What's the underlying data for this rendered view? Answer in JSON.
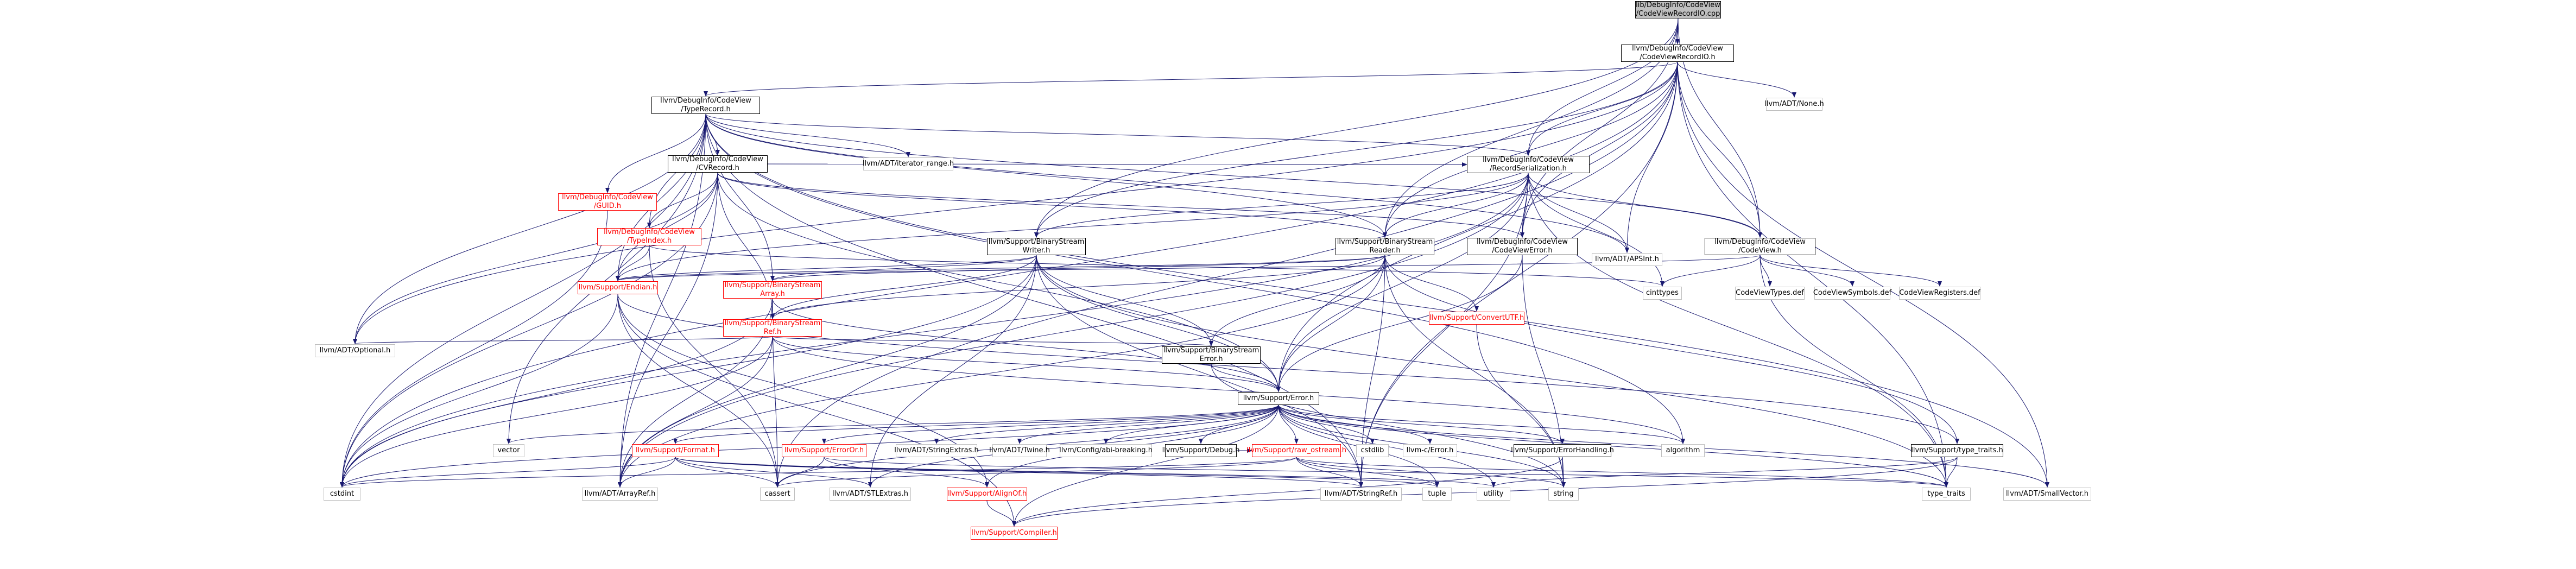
{
  "graph": {
    "type": "include-dependency-graph",
    "colors": {
      "edge": "#191970",
      "linked_border": "#000000",
      "root_fill": "#bfbfbf",
      "missing_border": "#ff0000",
      "plain_border": "#bfbfbf"
    },
    "nodes": {
      "root": {
        "lines": [
          "lib/DebugInfo/CodeView",
          "/CodeViewRecordIO.cpp"
        ],
        "style": "root"
      },
      "cvrio": {
        "lines": [
          "llvm/DebugInfo/CodeView",
          "/CodeViewRecordIO.h"
        ],
        "style": "linked"
      },
      "typerecord": {
        "lines": [
          "llvm/DebugInfo/CodeView",
          "/TypeRecord.h"
        ],
        "style": "linked"
      },
      "none_h": {
        "lines": [
          "llvm/ADT/None.h"
        ],
        "style": "plain"
      },
      "iterrange": {
        "lines": [
          "llvm/ADT/iterator_range.h"
        ],
        "style": "plain"
      },
      "cvrecord": {
        "lines": [
          "llvm/DebugInfo/CodeView",
          "/CVRecord.h"
        ],
        "style": "linked"
      },
      "guid": {
        "lines": [
          "llvm/DebugInfo/CodeView",
          "/GUID.h"
        ],
        "style": "red"
      },
      "recser": {
        "lines": [
          "llvm/DebugInfo/CodeView",
          "/RecordSerialization.h"
        ],
        "style": "linked"
      },
      "typeindex": {
        "lines": [
          "llvm/DebugInfo/CodeView",
          "/TypeIndex.h"
        ],
        "style": "red"
      },
      "bswriter": {
        "lines": [
          "llvm/Support/BinaryStream",
          "Writer.h"
        ],
        "style": "linked"
      },
      "bsreader": {
        "lines": [
          "llvm/Support/BinaryStream",
          "Reader.h"
        ],
        "style": "linked"
      },
      "cverror": {
        "lines": [
          "llvm/DebugInfo/CodeView",
          "/CodeViewError.h"
        ],
        "style": "linked"
      },
      "apsint": {
        "lines": [
          "llvm/ADT/APSInt.h"
        ],
        "style": "plain"
      },
      "codeview": {
        "lines": [
          "llvm/DebugInfo/CodeView",
          "/CodeView.h"
        ],
        "style": "linked"
      },
      "endian": {
        "lines": [
          "llvm/Support/Endian.h"
        ],
        "style": "red"
      },
      "bsarray": {
        "lines": [
          "llvm/Support/BinaryStream",
          "Array.h"
        ],
        "style": "red"
      },
      "bsref": {
        "lines": [
          "llvm/Support/BinaryStream",
          "Ref.h"
        ],
        "style": "red"
      },
      "convertutf": {
        "lines": [
          "llvm/Support/ConvertUTF.h"
        ],
        "style": "red"
      },
      "cinttypes": {
        "lines": [
          "cinttypes"
        ],
        "style": "plain"
      },
      "cvtypes_def": {
        "lines": [
          "CodeViewTypes.def"
        ],
        "style": "plain"
      },
      "cvsymbols_def": {
        "lines": [
          "CodeViewSymbols.def"
        ],
        "style": "plain"
      },
      "cvregisters_def": {
        "lines": [
          "CodeViewRegisters.def"
        ],
        "style": "plain"
      },
      "optional": {
        "lines": [
          "llvm/ADT/Optional.h"
        ],
        "style": "plain"
      },
      "bserror": {
        "lines": [
          "llvm/Support/BinaryStream",
          "Error.h"
        ],
        "style": "linked"
      },
      "error": {
        "lines": [
          "llvm/Support/Error.h"
        ],
        "style": "linked"
      },
      "typetraits_llvm": {
        "lines": [
          "llvm/Support/type_traits.h"
        ],
        "style": "linked"
      },
      "vector": {
        "lines": [
          "vector"
        ],
        "style": "plain"
      },
      "format": {
        "lines": [
          "llvm/Support/Format.h"
        ],
        "style": "red"
      },
      "erroror": {
        "lines": [
          "llvm/Support/ErrorOr.h"
        ],
        "style": "red"
      },
      "stringextras": {
        "lines": [
          "llvm/ADT/StringExtras.h"
        ],
        "style": "plain"
      },
      "twine": {
        "lines": [
          "llvm/ADT/Twine.h"
        ],
        "style": "plain"
      },
      "abibreaking": {
        "lines": [
          "llvm/Config/abi-breaking.h"
        ],
        "style": "plain"
      },
      "debug": {
        "lines": [
          "llvm/Support/Debug.h"
        ],
        "style": "linked"
      },
      "rawostream": {
        "lines": [
          "llvm/Support/raw_ostream.h"
        ],
        "style": "red"
      },
      "cstdlib": {
        "lines": [
          "cstdlib"
        ],
        "style": "plain"
      },
      "llvmcerror": {
        "lines": [
          "llvm-c/Error.h"
        ],
        "style": "plain"
      },
      "errorhandling": {
        "lines": [
          "llvm/Support/ErrorHandling.h"
        ],
        "style": "linked"
      },
      "algorithm": {
        "lines": [
          "algorithm"
        ],
        "style": "plain"
      },
      "cstdint": {
        "lines": [
          "cstdint"
        ],
        "style": "plain"
      },
      "arrayref": {
        "lines": [
          "llvm/ADT/ArrayRef.h"
        ],
        "style": "plain"
      },
      "cassert": {
        "lines": [
          "cassert"
        ],
        "style": "plain"
      },
      "stlextras": {
        "lines": [
          "llvm/ADT/STLExtras.h"
        ],
        "style": "plain"
      },
      "alignof": {
        "lines": [
          "llvm/Support/AlignOf.h"
        ],
        "style": "red"
      },
      "compiler": {
        "lines": [
          "llvm/Support/Compiler.h"
        ],
        "style": "red"
      },
      "stringref": {
        "lines": [
          "llvm/ADT/StringRef.h"
        ],
        "style": "plain"
      },
      "tuple": {
        "lines": [
          "tuple"
        ],
        "style": "plain"
      },
      "utility": {
        "lines": [
          "utility"
        ],
        "style": "plain"
      },
      "string": {
        "lines": [
          "string"
        ],
        "style": "plain"
      },
      "typetraits": {
        "lines": [
          "type_traits"
        ],
        "style": "plain"
      },
      "smallvector": {
        "lines": [
          "llvm/ADT/SmallVector.h"
        ],
        "style": "plain"
      }
    },
    "edges": [
      [
        "root",
        "cvrio"
      ],
      [
        "root",
        "codeview"
      ],
      [
        "root",
        "cverror"
      ],
      [
        "root",
        "recser"
      ],
      [
        "root",
        "bsreader"
      ],
      [
        "root",
        "bswriter"
      ],
      [
        "cvrio",
        "typerecord"
      ],
      [
        "cvrio",
        "none_h"
      ],
      [
        "cvrio",
        "apsint"
      ],
      [
        "cvrio",
        "optional"
      ],
      [
        "cvrio",
        "smallvector"
      ],
      [
        "cvrio",
        "stringref"
      ],
      [
        "cvrio",
        "cverror"
      ],
      [
        "cvrio",
        "codeview"
      ],
      [
        "cvrio",
        "bsreader"
      ],
      [
        "cvrio",
        "bswriter"
      ],
      [
        "cvrio",
        "error"
      ],
      [
        "cvrio",
        "typetraits"
      ],
      [
        "cvrio",
        "cstdint"
      ],
      [
        "cvrio",
        "cassert"
      ],
      [
        "cvrio",
        "recser"
      ],
      [
        "typerecord",
        "iterrange"
      ],
      [
        "typerecord",
        "cvrecord"
      ],
      [
        "typerecord",
        "guid"
      ],
      [
        "typerecord",
        "typeindex"
      ],
      [
        "typerecord",
        "codeview"
      ],
      [
        "typerecord",
        "apsint"
      ],
      [
        "typerecord",
        "arrayref"
      ],
      [
        "typerecord",
        "optional"
      ],
      [
        "typerecord",
        "stringref"
      ],
      [
        "typerecord",
        "endian"
      ],
      [
        "typerecord",
        "bsarray"
      ],
      [
        "typerecord",
        "smallvector"
      ],
      [
        "typerecord",
        "cstdint"
      ],
      [
        "typerecord",
        "vector"
      ],
      [
        "typerecord",
        "algorithm"
      ],
      [
        "typerecord",
        "recser"
      ],
      [
        "typerecord",
        "bsreader"
      ],
      [
        "guid",
        "cstdint"
      ],
      [
        "cvrecord",
        "recser"
      ],
      [
        "cvrecord",
        "typeindex"
      ],
      [
        "cvrecord",
        "arrayref"
      ],
      [
        "cvrecord",
        "optional"
      ],
      [
        "cvrecord",
        "bsreader"
      ],
      [
        "cvrecord",
        "bsref"
      ],
      [
        "cvrecord",
        "endian"
      ],
      [
        "cvrecord",
        "error"
      ],
      [
        "cvrecord",
        "cstdint"
      ],
      [
        "cvrecord",
        "cverror"
      ],
      [
        "recser",
        "apsint"
      ],
      [
        "recser",
        "arrayref"
      ],
      [
        "recser",
        "codeview"
      ],
      [
        "recser",
        "cverror"
      ],
      [
        "recser",
        "bsreader"
      ],
      [
        "recser",
        "endian"
      ],
      [
        "recser",
        "error"
      ],
      [
        "recser",
        "cinttypes"
      ],
      [
        "recser",
        "stringref"
      ],
      [
        "recser",
        "typetraits"
      ],
      [
        "recser",
        "cstdint"
      ],
      [
        "recser",
        "bswriter"
      ],
      [
        "typeindex",
        "endian"
      ],
      [
        "typeindex",
        "cinttypes"
      ],
      [
        "typeindex",
        "cassert"
      ],
      [
        "bswriter",
        "arrayref"
      ],
      [
        "bswriter",
        "stringref"
      ],
      [
        "bswriter",
        "bsarray"
      ],
      [
        "bswriter",
        "bserror"
      ],
      [
        "bswriter",
        "bsref"
      ],
      [
        "bswriter",
        "endian"
      ],
      [
        "bswriter",
        "error"
      ],
      [
        "bswriter",
        "cstdint"
      ],
      [
        "bswriter",
        "stlextras"
      ],
      [
        "bswriter",
        "typetraits"
      ],
      [
        "bsreader",
        "arrayref"
      ],
      [
        "bsreader",
        "stringref"
      ],
      [
        "bsreader",
        "bsref"
      ],
      [
        "bsreader",
        "convertutf"
      ],
      [
        "bsreader",
        "endian"
      ],
      [
        "bsreader",
        "error"
      ],
      [
        "bsreader",
        "typetraits_llvm"
      ],
      [
        "bsreader",
        "bsarray"
      ],
      [
        "bsreader",
        "bserror"
      ],
      [
        "bsreader",
        "string"
      ],
      [
        "cverror",
        "error"
      ],
      [
        "cverror",
        "string"
      ],
      [
        "codeview",
        "cinttypes"
      ],
      [
        "codeview",
        "typetraits"
      ],
      [
        "codeview",
        "cvtypes_def"
      ],
      [
        "codeview",
        "cvsymbols_def"
      ],
      [
        "codeview",
        "cvregisters_def"
      ],
      [
        "codeview",
        "endian"
      ],
      [
        "endian",
        "alignof"
      ],
      [
        "endian",
        "compiler"
      ],
      [
        "endian",
        "cassert"
      ],
      [
        "endian",
        "cstdint"
      ],
      [
        "endian",
        "cstring"
      ],
      [
        "endian",
        "typetraits_llvm"
      ],
      [
        "bsarray",
        "arrayref"
      ],
      [
        "bsarray",
        "bsref"
      ],
      [
        "bsarray",
        "error"
      ],
      [
        "bsarray",
        "cassert"
      ],
      [
        "bsarray",
        "cstdint"
      ],
      [
        "bsref",
        "arrayref"
      ],
      [
        "bsref",
        "optional"
      ],
      [
        "bsref",
        "bserror"
      ],
      [
        "bsref",
        "error"
      ],
      [
        "bsref",
        "algorithm"
      ],
      [
        "bsref",
        "cstdint"
      ],
      [
        "bsref",
        "memory"
      ],
      [
        "convertutf",
        "string"
      ],
      [
        "bserror",
        "error"
      ],
      [
        "bserror",
        "string"
      ],
      [
        "error",
        "abibreaking"
      ],
      [
        "error",
        "stringextras"
      ],
      [
        "error",
        "twine"
      ],
      [
        "error",
        "llvmcerror"
      ],
      [
        "error",
        "alignof"
      ],
      [
        "error",
        "compiler"
      ],
      [
        "error",
        "debug"
      ],
      [
        "error",
        "erroror"
      ],
      [
        "error",
        "errorhandling"
      ],
      [
        "error",
        "format"
      ],
      [
        "error",
        "rawostream"
      ],
      [
        "error",
        "algorithm"
      ],
      [
        "error",
        "cassert"
      ],
      [
        "error",
        "cstdint"
      ],
      [
        "error",
        "cstdlib"
      ],
      [
        "error",
        "functional"
      ],
      [
        "error",
        "memory"
      ],
      [
        "error",
        "new"
      ],
      [
        "error",
        "string"
      ],
      [
        "error",
        "system_error"
      ],
      [
        "error",
        "typetraits"
      ],
      [
        "error",
        "utility"
      ],
      [
        "error",
        "vector"
      ],
      [
        "error",
        "smallvector"
      ],
      [
        "error",
        "stlextras"
      ],
      [
        "error",
        "tuple"
      ],
      [
        "typetraits_llvm",
        "typetraits"
      ],
      [
        "typetraits_llvm",
        "utility"
      ],
      [
        "typetraits_llvm",
        "compiler"
      ],
      [
        "format",
        "arrayref"
      ],
      [
        "format",
        "stringref"
      ],
      [
        "format",
        "stlextras"
      ],
      [
        "format",
        "cassert"
      ],
      [
        "format",
        "cstdio"
      ],
      [
        "format",
        "tuple"
      ],
      [
        "format",
        "utility"
      ],
      [
        "format",
        "cstdint"
      ],
      [
        "erroror",
        "alignof"
      ],
      [
        "erroror",
        "cassert"
      ],
      [
        "erroror",
        "typetraits"
      ],
      [
        "alignof",
        "compiler"
      ],
      [
        "rawostream",
        "stringref"
      ],
      [
        "rawostream",
        "cassert"
      ],
      [
        "rawostream",
        "cstdint"
      ],
      [
        "rawostream",
        "string"
      ],
      [
        "rawostream",
        "typetraits"
      ],
      [
        "rawostream",
        "tuple"
      ],
      [
        "errorhandling",
        "compiler"
      ],
      [
        "errorhandling",
        "string"
      ],
      [
        "debug",
        "rawostream"
      ]
    ]
  }
}
